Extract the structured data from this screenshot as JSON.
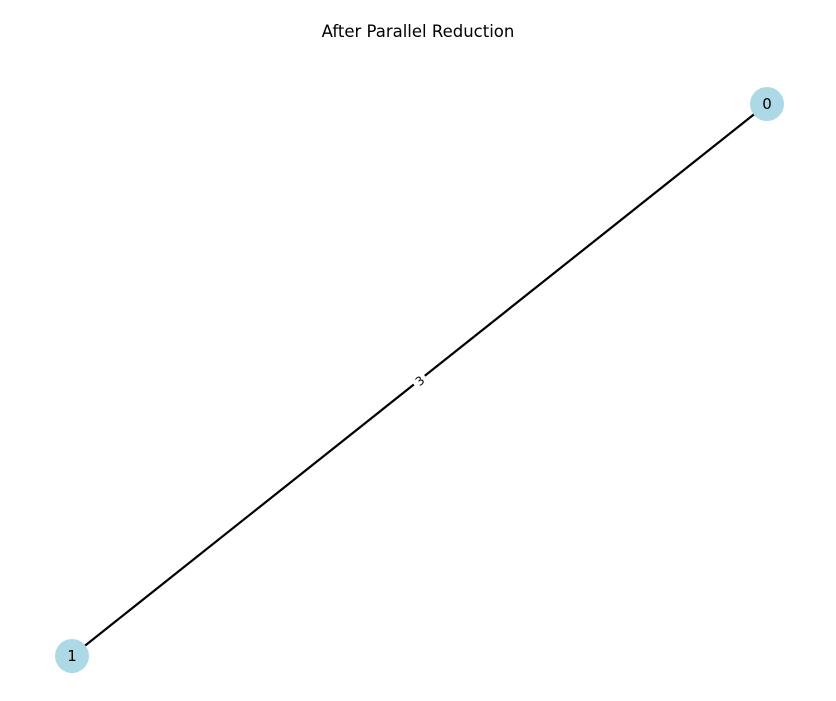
{
  "title": "After Parallel Reduction",
  "graph": {
    "node_color": "#add8e6",
    "edge_color": "#000000",
    "nodes": [
      {
        "id": "0",
        "label": "0"
      },
      {
        "id": "1",
        "label": "1"
      }
    ],
    "edges": [
      {
        "source": "0",
        "target": "1",
        "label": "3"
      }
    ]
  }
}
